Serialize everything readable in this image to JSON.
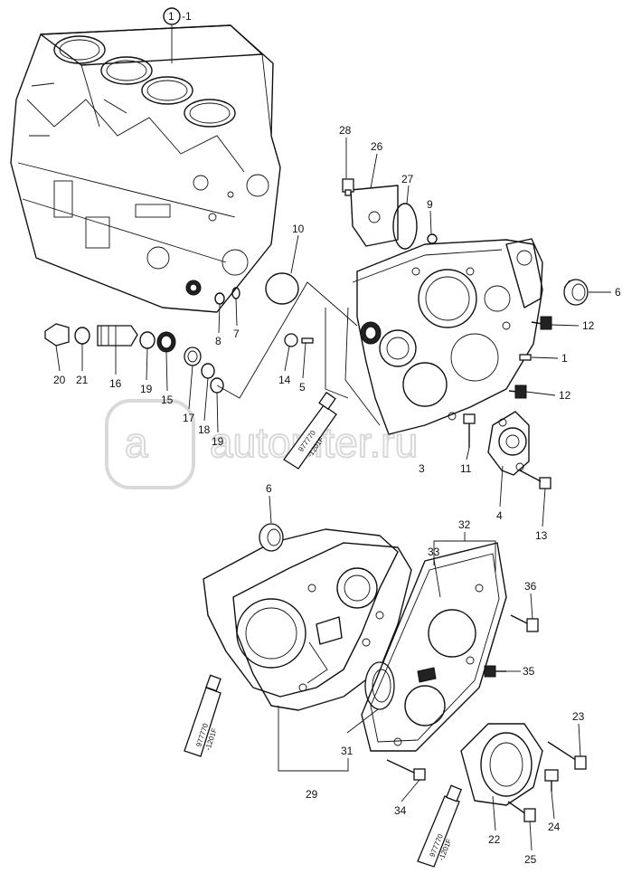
{
  "callouts": {
    "c1": "1",
    "c1_suffix": "-1",
    "c1b": "1",
    "c3": "3",
    "c4": "4",
    "c5": "5",
    "c6a": "6",
    "c6b": "6",
    "c7": "7",
    "c8": "8",
    "c9": "9",
    "c10": "10",
    "c11": "11",
    "c12a": "12",
    "c12b": "12",
    "c13": "13",
    "c14": "14",
    "c15": "15",
    "c16": "16",
    "c17": "17",
    "c18": "18",
    "c19a": "19",
    "c19b": "19",
    "c20": "20",
    "c21": "21",
    "c22": "22",
    "c23": "23",
    "c24": "24",
    "c25": "25",
    "c26": "26",
    "c27": "27",
    "c28": "28",
    "c29": "29",
    "c31": "31",
    "c32": "32",
    "c33": "33",
    "c34": "34",
    "c35": "35",
    "c36": "36"
  },
  "sealant": {
    "line1": "977770",
    "line2": "-1201F"
  },
  "watermark": {
    "text": "autopiter.ru"
  }
}
